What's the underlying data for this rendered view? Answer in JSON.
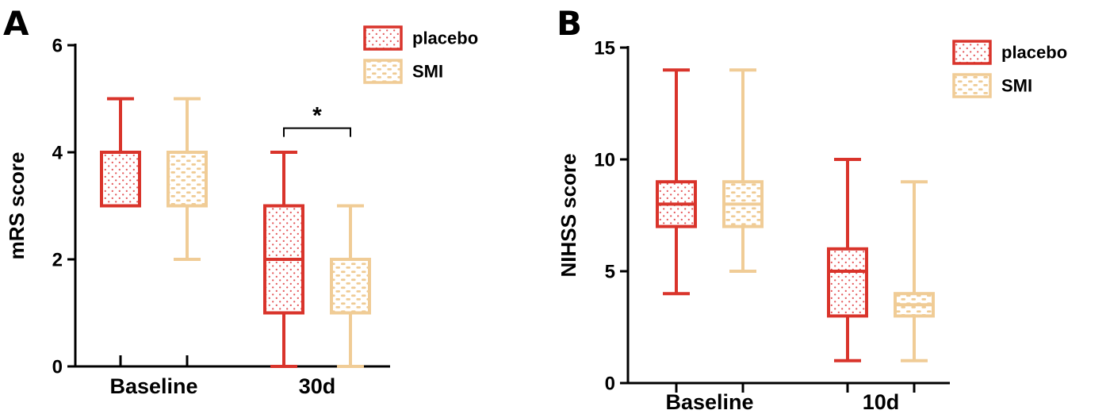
{
  "chart_data": [
    {
      "letter": "A",
      "type": "box",
      "title": "",
      "ylabel": "mRS score",
      "ylim": [
        0,
        6
      ],
      "yticks": [
        0,
        2,
        4,
        6
      ],
      "categories": [
        "Baseline",
        "30d"
      ],
      "legend_position": "top-right",
      "grid": false,
      "series": [
        {
          "name": "placebo",
          "color": "#d9342b",
          "pattern": "dots",
          "pattern_color": "#e4575a",
          "boxes": [
            {
              "category": "Baseline",
              "min": 3,
              "q1": 3,
              "median": 4,
              "q3": 4,
              "max": 5
            },
            {
              "category": "30d",
              "min": 0,
              "q1": 1,
              "median": 2,
              "q3": 3,
              "max": 4
            }
          ]
        },
        {
          "name": "SMI",
          "color": "#f0cc96",
          "pattern": "dashes",
          "pattern_color": "#efcb94",
          "boxes": [
            {
              "category": "Baseline",
              "min": 2,
              "q1": 3,
              "median": 4,
              "q3": 4,
              "max": 5
            },
            {
              "category": "30d",
              "min": 0,
              "q1": 1,
              "median": 2,
              "q3": 2,
              "max": 3
            }
          ]
        }
      ],
      "significance": {
        "category_index": 1,
        "label": "*",
        "y": 4.45
      }
    },
    {
      "letter": "B",
      "type": "box",
      "title": "",
      "ylabel": "NIHSS score",
      "ylim": [
        0,
        15
      ],
      "yticks": [
        0,
        5,
        10,
        15
      ],
      "categories": [
        "Baseline",
        "10d"
      ],
      "legend_position": "top-right",
      "grid": false,
      "series": [
        {
          "name": "placebo",
          "color": "#d9342b",
          "pattern": "dots",
          "pattern_color": "#e4575a",
          "boxes": [
            {
              "category": "Baseline",
              "min": 4,
              "q1": 7,
              "median": 8,
              "q3": 9,
              "max": 14
            },
            {
              "category": "10d",
              "min": 1,
              "q1": 3,
              "median": 5,
              "q3": 6,
              "max": 10
            }
          ]
        },
        {
          "name": "SMI",
          "color": "#f0cc96",
          "pattern": "dashes",
          "pattern_color": "#efcb94",
          "boxes": [
            {
              "category": "Baseline",
              "min": 5,
              "q1": 7,
              "median": 8,
              "q3": 9,
              "max": 14
            },
            {
              "category": "10d",
              "min": 1,
              "q1": 3,
              "median": 3.5,
              "q3": 4,
              "max": 9
            }
          ]
        }
      ],
      "significance": null
    }
  ]
}
